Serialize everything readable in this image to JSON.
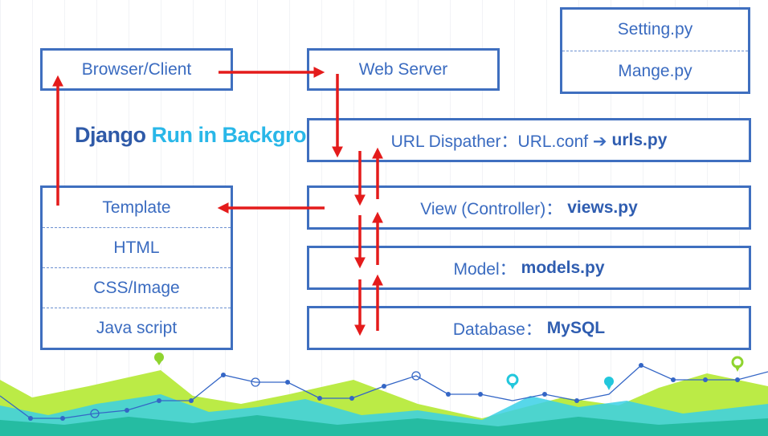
{
  "title": {
    "part1": "Django",
    "part2": "Run in Background"
  },
  "boxes": {
    "browser": "Browser/Client",
    "webserver": "Web Server",
    "url_label": "URL Dispather：URL.conf ➔",
    "url_bold": "urls.py",
    "view_label": "View (Controller)：",
    "view_bold": "views.py",
    "model_label": "Model：",
    "model_bold": "models.py",
    "db_label": "Database：",
    "db_bold": "MySQL"
  },
  "config": [
    "Setting.py",
    "Mange.py"
  ],
  "template": [
    "Template",
    "HTML",
    "CSS/Image",
    "Java script"
  ],
  "colors": {
    "border": "#3f6fbf",
    "arrow": "#e41b1b",
    "text": "#3a6bc0",
    "title_dark": "#2f5aa8",
    "title_light": "#29b7e8"
  }
}
